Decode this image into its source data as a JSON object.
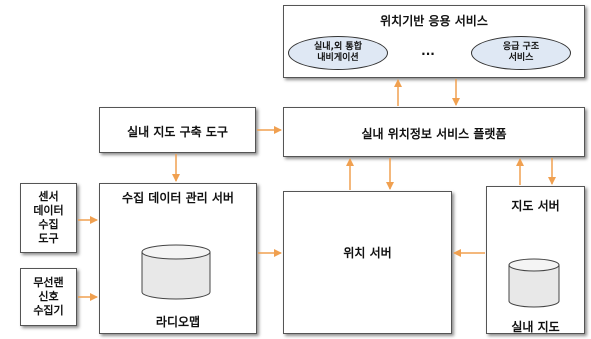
{
  "location_services": {
    "title": "위치기반 응용 서비스",
    "service_1": "실내,외 통합\n내비게이션",
    "ellipsis": "...",
    "service_2": "응급 구조\n서비스"
  },
  "map_tool": {
    "label": "실내 지도 구축 도구"
  },
  "platform": {
    "label": "실내 위치정보 서비스 플랫폼"
  },
  "collection_server": {
    "label": "수집 데이터 관리 서버",
    "db_label": "라디오맵"
  },
  "position_server": {
    "label": "위치 서버"
  },
  "map_server": {
    "label": "지도 서버",
    "db_label": "실내 지도"
  },
  "sensor_tool": {
    "label": "센서\n데이터\n수집\n도구"
  },
  "wlan_collector": {
    "label": "무선랜\n신호\n수집기"
  },
  "colors": {
    "arrow": "#f0a050",
    "ellipse_fill": "#dfe8f4"
  }
}
